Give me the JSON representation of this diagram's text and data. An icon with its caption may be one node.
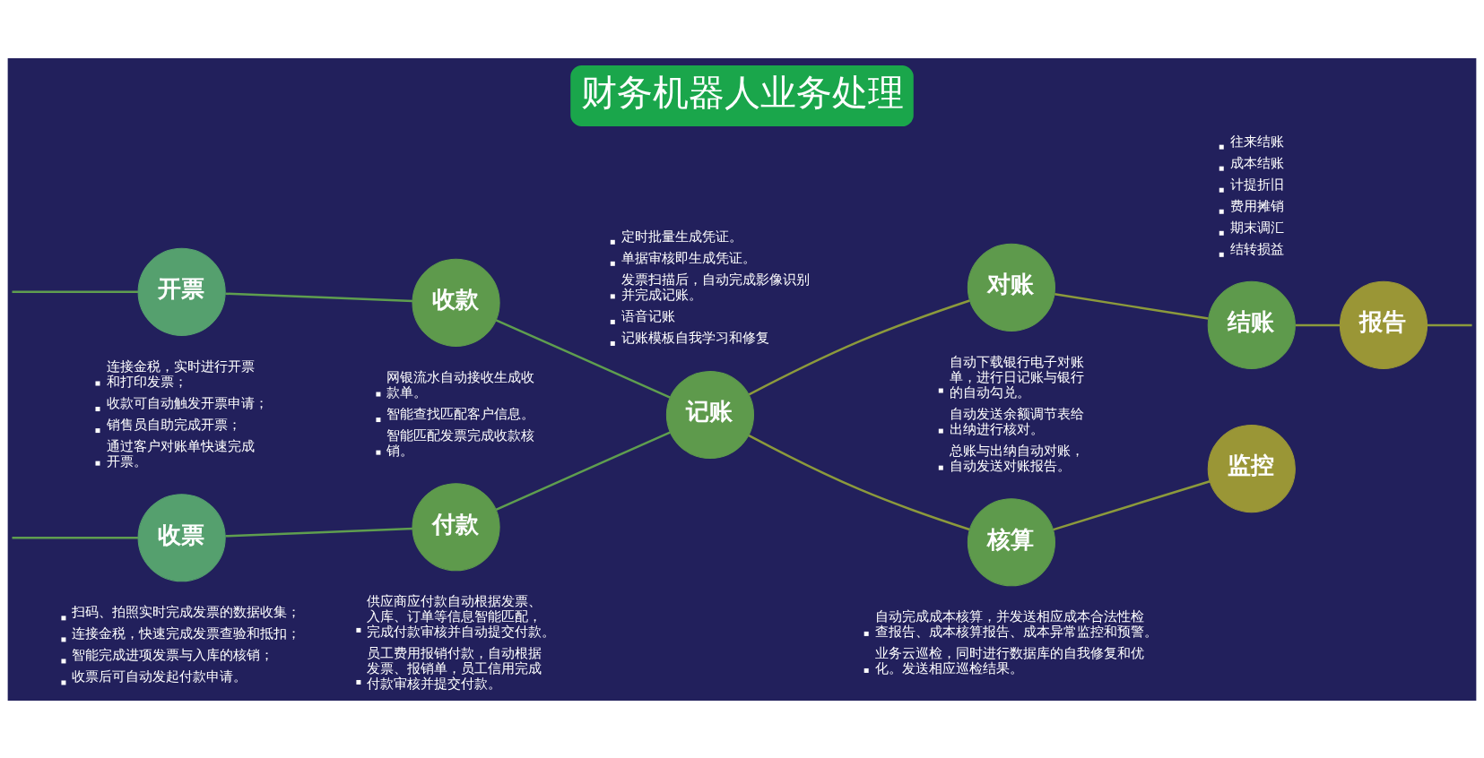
{
  "diagram": {
    "title": "财务机器人业务处理",
    "nodes": [
      {
        "text": [
          "开票"
        ],
        "beside": [
          "连接金税，实时进行开票和打印发票；",
          "收款可自动触发开票申请；",
          "销售员自助完成开票；",
          "通过客户对账单快速完成开票。"
        ]
      },
      {
        "text": [
          "收款"
        ],
        "beside": [
          "网银流水自动接收生成收款单。",
          "智能查找匹配客户信息。",
          "智能匹配发票完成收款核销。"
        ]
      },
      {
        "text": [
          "收票"
        ],
        "beside": [
          "扫码、拍照实时完成发票的数据收集；",
          "连接金税，快速完成发票查验和抵扣；",
          "智能完成进项发票与入库的核销；",
          "收票后可自动发起付款申请。"
        ]
      },
      {
        "text": [
          "付款"
        ],
        "beside": [
          "供应商应付款自动根据发票、入库、订单等信息智能匹配，完成付款审核并自动提交付款。",
          "员工费用报销付款，自动根据发票、报销单，员工信用完成付款审核并提交付款。"
        ]
      },
      {
        "text": [
          "记账"
        ],
        "beside": [
          "定时批量生成凭证。",
          "单据审核即生成凭证。",
          "发票扫描后，自动完成影像识别并完成记账。",
          "语音记账",
          "记账模板自我学习和修复"
        ]
      },
      {
        "text": [
          "对账"
        ],
        "beside": [
          "自动下载银行电子对账单，进行日记账与银行的自动勾兑。",
          "自动发送余额调节表给出纳进行核对。",
          "总账与出纳自动对账，自动发送对账报告。"
        ]
      },
      {
        "text": [
          "结账"
        ],
        "beside": [
          "往来结账",
          "成本结账",
          "计提折旧",
          "费用摊销",
          "期末调汇",
          "结转损益"
        ]
      },
      {
        "text": [
          "报告"
        ]
      },
      {
        "text": [
          "核算"
        ],
        "beside": [
          "自动完成成本核算，并发送相应成本合法性检查报告、成本核算报告、成本异常监控和预警。",
          "业务云巡检，同时进行数据库的自我修复和优化。发送相应巡检结果。"
        ]
      },
      {
        "text": [
          "监控"
        ]
      }
    ],
    "edges": [
      {
        "from": null,
        "to": 0,
        "arrow": "none"
      },
      {
        "from": 0,
        "to": 1,
        "arrow": "none"
      },
      {
        "from": 1,
        "to": 4,
        "arrow": "none"
      },
      {
        "from": null,
        "to": 2,
        "arrow": "none"
      },
      {
        "from": 2,
        "to": 3,
        "arrow": "none"
      },
      {
        "from": 3,
        "to": 4,
        "arrow": "none"
      },
      {
        "from": 4,
        "to": 5,
        "arrow": "none",
        "color": "#8c9a3c"
      },
      {
        "from": 5,
        "to": 6,
        "arrow": "none",
        "color": "#8c9a3c"
      },
      {
        "from": 6,
        "to": 7,
        "arrow": "none",
        "color": "#8c9a3c"
      },
      {
        "from": 7,
        "to": null,
        "arrow": "none",
        "color": "#8c9a3c"
      },
      {
        "from": 4,
        "to": 8,
        "arrow": "none",
        "color": "#8c9a3c"
      },
      {
        "from": 8,
        "to": 9,
        "arrow": "none",
        "color": "#8c9a3c"
      }
    ]
  }
}
